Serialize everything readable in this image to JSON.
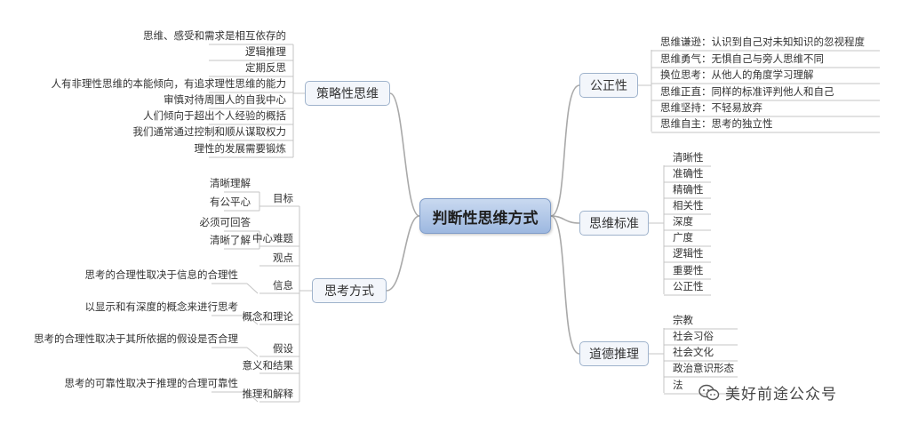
{
  "root": "判断性思维方式",
  "strategic": {
    "label": "策略性思维",
    "items": [
      "思维、感受和需求是相互依存的",
      "逻辑推理",
      "定期反思",
      "人有非理性思维的本能倾向，有追求理性思维的能力",
      "审慎对待周围人的自我中心",
      "人们倾向于超出个人经验的概括",
      "我们通常通过控制和顺从谋取权力",
      "理性的发展需要锻炼"
    ]
  },
  "thinking": {
    "label": "思考方式",
    "items": [
      {
        "label": "目标",
        "subs": [
          "清晰理解",
          "有公平心"
        ]
      },
      {
        "label": "中心难题",
        "subs": [
          "必须可回答",
          "清晰了解"
        ]
      },
      {
        "label": "观点",
        "subs": []
      },
      {
        "label": "信息",
        "subs": [
          "思考的合理性取决于信息的合理性"
        ]
      },
      {
        "label": "概念和理论",
        "subs": [
          "以显示和有深度的概念来进行思考"
        ]
      },
      {
        "label": "假设",
        "subs": [
          "思考的合理性取决于其所依据的假设是否合理"
        ]
      },
      {
        "label": "意义和结果",
        "subs": []
      },
      {
        "label": "推理和解释",
        "subs": [
          "思考的可靠性取决于推理的合理可靠性"
        ]
      }
    ]
  },
  "fairness": {
    "label": "公正性",
    "items": [
      "思维谦逊：认识到自己对未知知识的忽视程度",
      "思维勇气：无惧自己与旁人思维不同",
      "换位思考：从他人的角度学习理解",
      "思维正直：同样的标准评判他人和自己",
      "思维坚持：不轻易放弃",
      "思维自主：思考的独立性"
    ]
  },
  "standards": {
    "label": "思维标准",
    "items": [
      "清晰性",
      "准确性",
      "精确性",
      "相关性",
      "深度",
      "广度",
      "逻辑性",
      "重要性",
      "公正性"
    ]
  },
  "moral": {
    "label": "道德推理",
    "items": [
      "宗教",
      "社会习俗",
      "社会文化",
      "政治意识形态",
      "法"
    ]
  },
  "watermark": "美好前途公众号",
  "colors": {
    "branch_line": "#a9a9a9",
    "leaf_line": "#c4c4c4",
    "root_fill": "#a9c0e4",
    "node_border": "#9fb3cc"
  }
}
